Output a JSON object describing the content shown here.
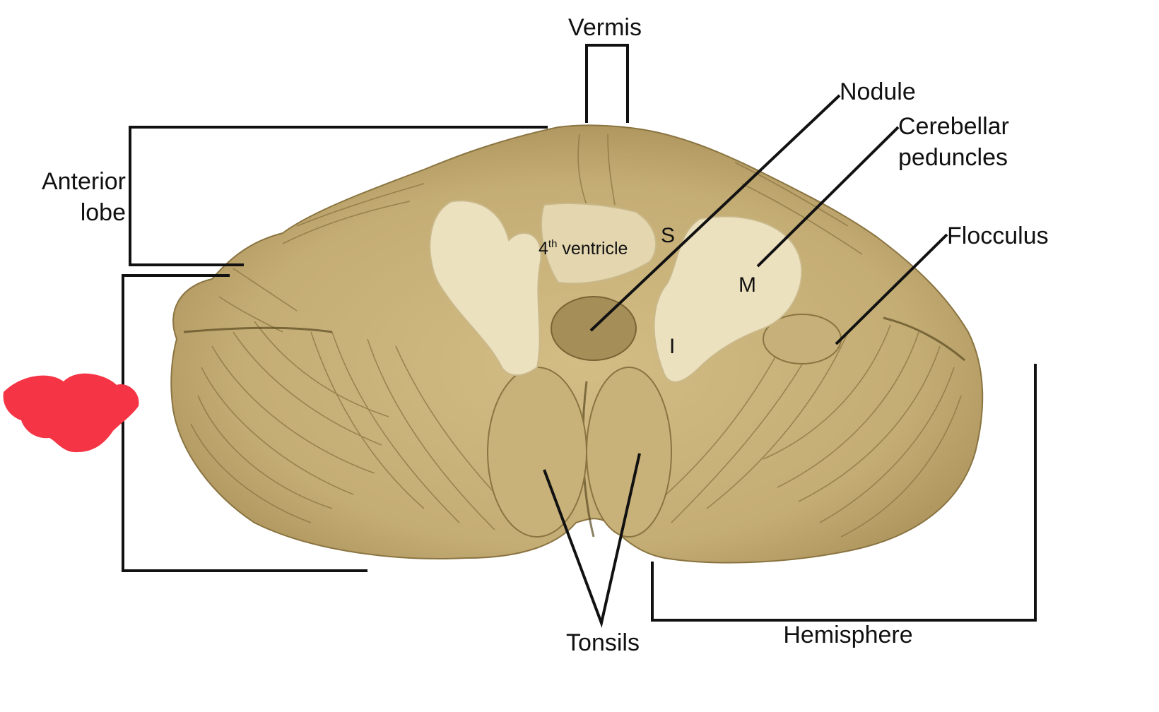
{
  "labels": {
    "vermis": "Vermis",
    "nodule": "Nodule",
    "cerebellar_peduncles_line1": "Cerebellar",
    "cerebellar_peduncles_line2": "peduncles",
    "anterior_lobe_line1": "Anterior",
    "anterior_lobe_line2": "lobe",
    "flocculus": "Flocculus",
    "ventricle_main": "4",
    "ventricle_sup": "th",
    "ventricle_rest": " ventricle",
    "peduncle_superior": "S",
    "peduncle_middle": "M",
    "peduncle_inferior": "I",
    "tonsils": "Tonsils",
    "hemisphere": "Hemisphere"
  },
  "colors": {
    "tissue": "#c4ad74",
    "tissue_light": "#d8c491",
    "tissue_dark": "#8a7441",
    "cut_surface": "#ece1bf",
    "redaction": "#f53545",
    "line": "#111111"
  }
}
